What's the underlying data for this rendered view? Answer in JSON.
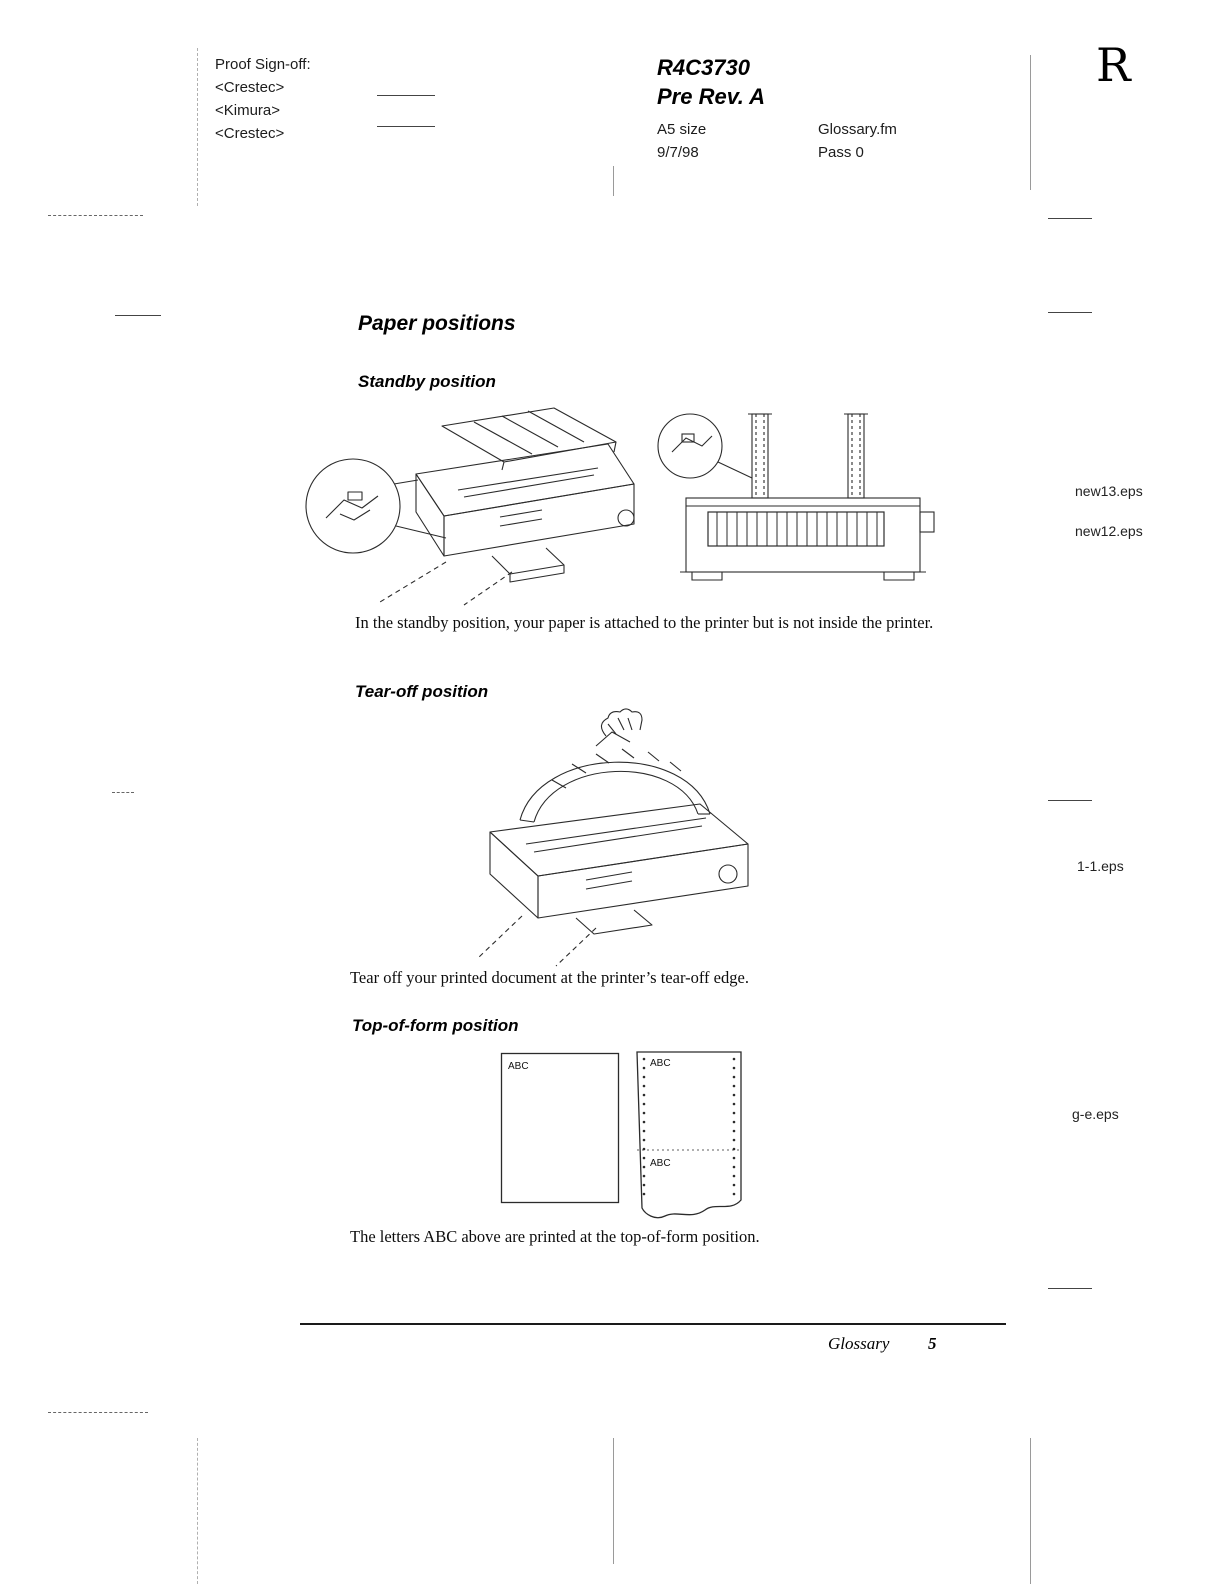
{
  "header": {
    "proof_signoff_title": "Proof Sign-off:",
    "signoff_names": [
      "<Crestec>",
      "<Kimura>",
      "<Crestec>"
    ],
    "doc_code": "R4C3730",
    "revision": "Pre Rev. A",
    "paper_size": "A5 size",
    "date": "9/7/98",
    "file_name": "Glossary.fm",
    "pass": "Pass 0",
    "corner_letter": "R"
  },
  "title": "Paper positions",
  "sections": [
    {
      "heading": "Standby position",
      "body": "In the standby position, your paper is attached to the printer but is not inside the printer."
    },
    {
      "heading": "Tear-off position",
      "body": "Tear off your printed document at the printer’s tear-off edge."
    },
    {
      "heading": "Top-of-form position",
      "body": "The letters ABC above are printed at the top-of-form position.",
      "abc": "ABC"
    }
  ],
  "eps_labels": {
    "standby_1": "new13.eps",
    "standby_2": "new12.eps",
    "tearoff": "1-1.eps",
    "topofform": "g-e.eps"
  },
  "footer": {
    "section": "Glossary",
    "page_number": "5"
  }
}
